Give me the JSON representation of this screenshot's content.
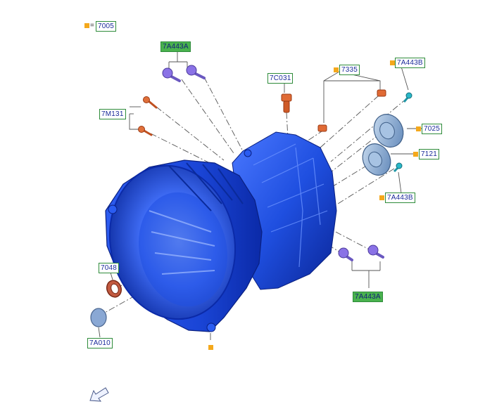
{
  "legend": {
    "symbol": "=",
    "part": "7005"
  },
  "callouts": {
    "p7A443A_top": "7A443A",
    "p7M131": "7M131",
    "p7C031": "7C031",
    "p7335": "7335",
    "p7A443B_top": "7A443B",
    "p7025": "7025",
    "p7121": "7121",
    "p7A443B_bottom": "7A443B",
    "p7048": "7048",
    "p7A443A_bottom": "7A443A",
    "p7A010": "7A010"
  },
  "colors": {
    "housing": "#1f4fe0",
    "housing_dark": "#0b2aa8",
    "housing_light": "#5f8cff",
    "bolt_purple": "#7b62d8",
    "bolt_orange": "#d4622e",
    "bolt_cyan": "#2ab8c8",
    "bearing": "#8fb4d8",
    "seal": "#b8503a",
    "plug": "#7fa0cc",
    "callout_border": "#2e8b3a",
    "callout_fill": "#49b24e",
    "callout_text": "#1a2a9a",
    "marker": "#f4a81c"
  },
  "icons": {
    "view_direction": "view-arrow-icon"
  }
}
